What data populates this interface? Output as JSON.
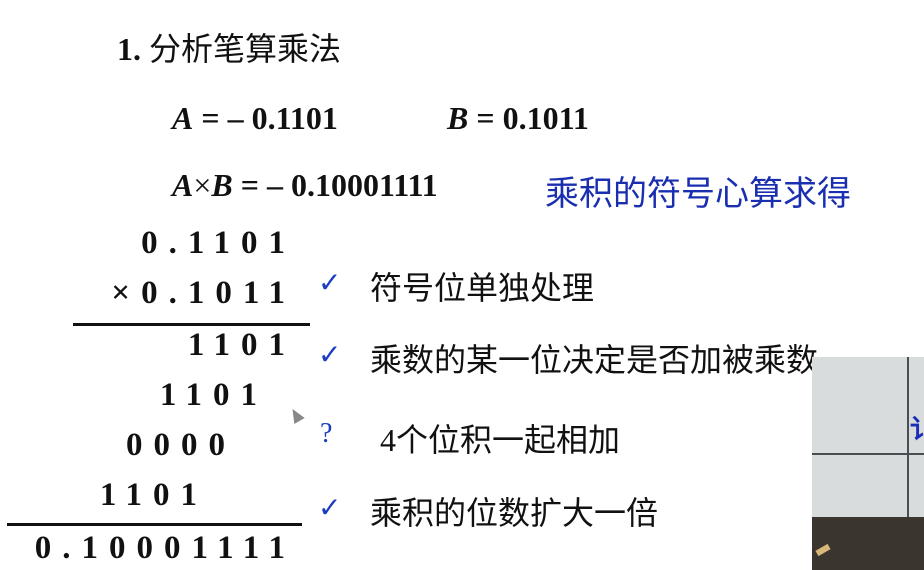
{
  "title": {
    "number": "1.",
    "text": "分析笔算乘法"
  },
  "given": {
    "a_var": "A",
    "a_eq": " = – 0.1101",
    "b_var": "B",
    "b_eq": " = 0.1011"
  },
  "product": {
    "lhs_a": "A",
    "times": "×",
    "lhs_b": "B",
    "rhs": " = – 0.10001111",
    "note": "乘积的符号心算求得"
  },
  "calculation": {
    "multiplicand": "0.1101",
    "multiplier": "×0.1011",
    "partials": [
      "1101",
      "1101",
      "0000",
      "1101"
    ],
    "result": "0.10001111"
  },
  "notes": [
    {
      "mark": "✓",
      "text": "符号位单独处理"
    },
    {
      "mark": "✓",
      "text": "乘数的某一位决定是否加被乘数"
    },
    {
      "mark": "?",
      "text": "4个位积一起相加"
    },
    {
      "mark": "✓",
      "text": "乘积的位数扩大一倍"
    }
  ],
  "video_overlay": {
    "visible_char": "讠"
  },
  "colors": {
    "accent": "#1a2fb0",
    "text": "#111111"
  }
}
